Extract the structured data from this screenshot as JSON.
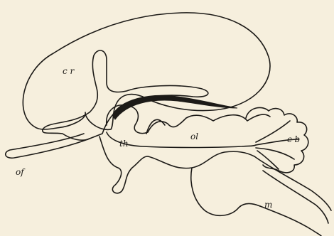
{
  "labels": {
    "cr": "c r",
    "th": "th",
    "ol": "ol",
    "cb": "c b",
    "of": "of",
    "m": "m"
  },
  "colors": {
    "ink": "#1c1a17",
    "paper": "#f6efdd"
  }
}
